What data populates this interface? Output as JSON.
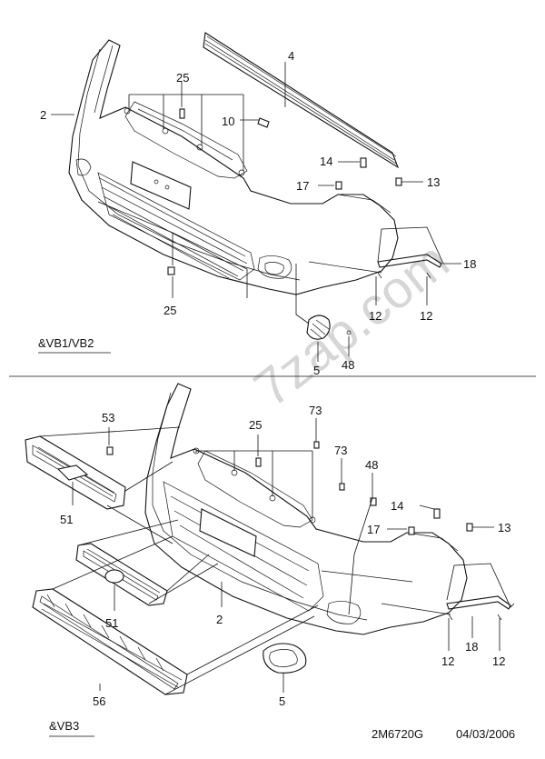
{
  "watermark": "7zap.com",
  "section_top": "&VB1/VB2",
  "section_bottom": "&VB3",
  "drawing_id": "2M6720G",
  "drawing_date": "04/03/2006",
  "top_callouts": {
    "c2": "2",
    "c4": "4",
    "c25a": "25",
    "c10": "10",
    "c14": "14",
    "c17": "17",
    "c13": "13",
    "c18": "18",
    "c25b": "25",
    "c12a": "12",
    "c12b": "12",
    "c5": "5",
    "c48": "48"
  },
  "bottom_callouts": {
    "c53": "53",
    "c51a": "51",
    "c51b": "51",
    "c56": "56",
    "c25": "25",
    "c73a": "73",
    "c73b": "73",
    "c48": "48",
    "c14": "14",
    "c17": "17",
    "c13": "13",
    "c2": "2",
    "c18": "18",
    "c12a": "12",
    "c12b": "12",
    "c5": "5"
  }
}
